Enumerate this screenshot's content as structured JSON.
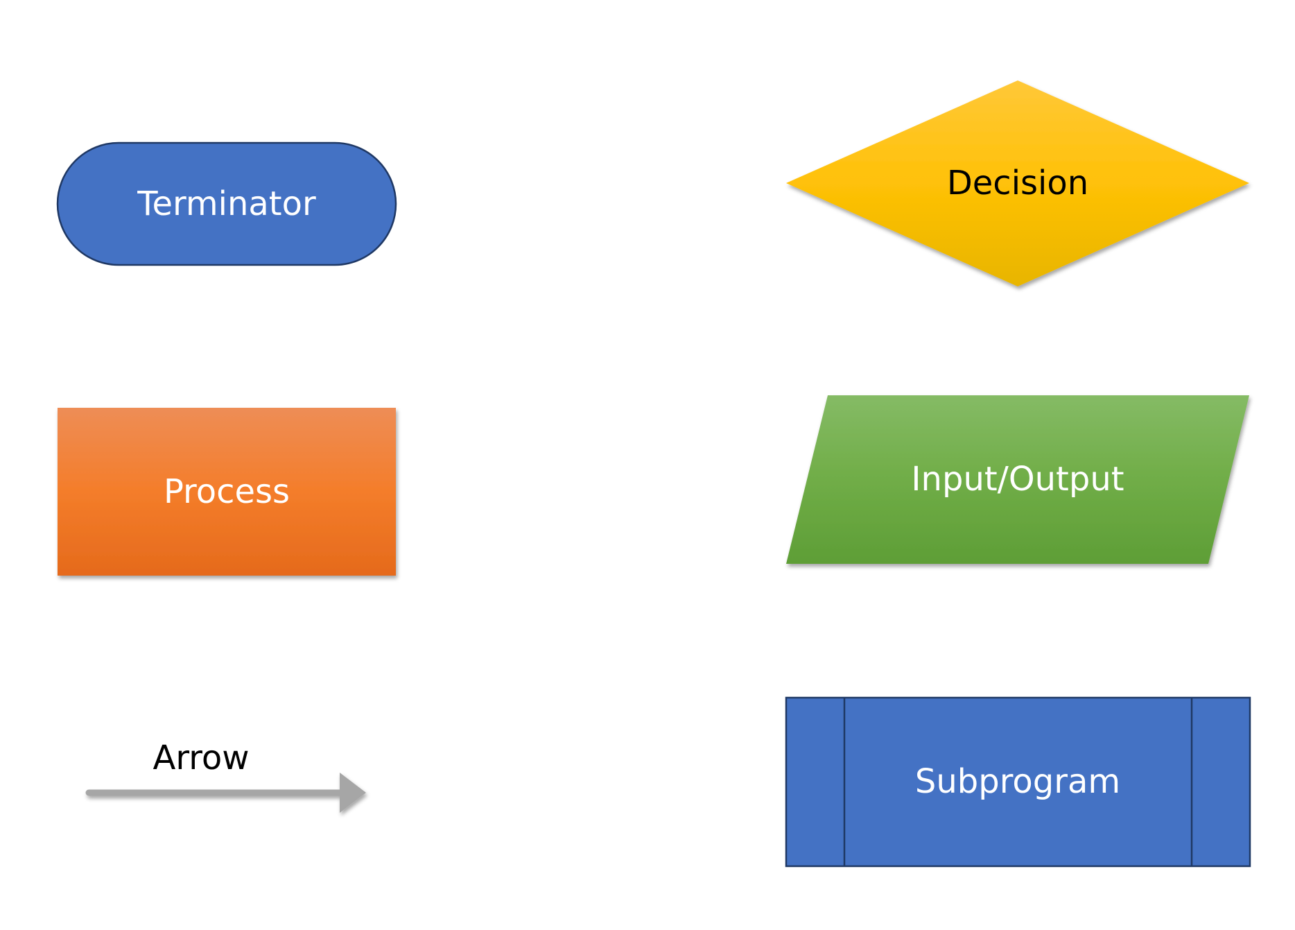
{
  "diagram": {
    "shapes": {
      "terminator": {
        "label": "Terminator",
        "fill": "#4472C4",
        "stroke": "#1F3864",
        "text_color": "#FFFFFF"
      },
      "process": {
        "label": "Process",
        "fill_top": "#EE8D56",
        "fill_mid": "#F47D2A",
        "fill_bottom": "#E56A1C",
        "text_color": "#FFFFFF"
      },
      "arrow": {
        "label": "Arrow",
        "color": "#A6A6A6",
        "text_color": "#000000"
      },
      "decision": {
        "label": "Decision",
        "fill_top": "#FFC838",
        "fill_mid": "#FFC107",
        "fill_bottom": "#E8B500",
        "text_color": "#000000"
      },
      "input_output": {
        "label": "Input/Output",
        "fill_top": "#85BB65",
        "fill_mid": "#70AD47",
        "fill_bottom": "#5E9E36",
        "text_color": "#FFFFFF"
      },
      "subprogram": {
        "label": "Subprogram",
        "fill": "#4472C4",
        "stroke": "#1F3864",
        "text_color": "#FFFFFF"
      }
    }
  }
}
